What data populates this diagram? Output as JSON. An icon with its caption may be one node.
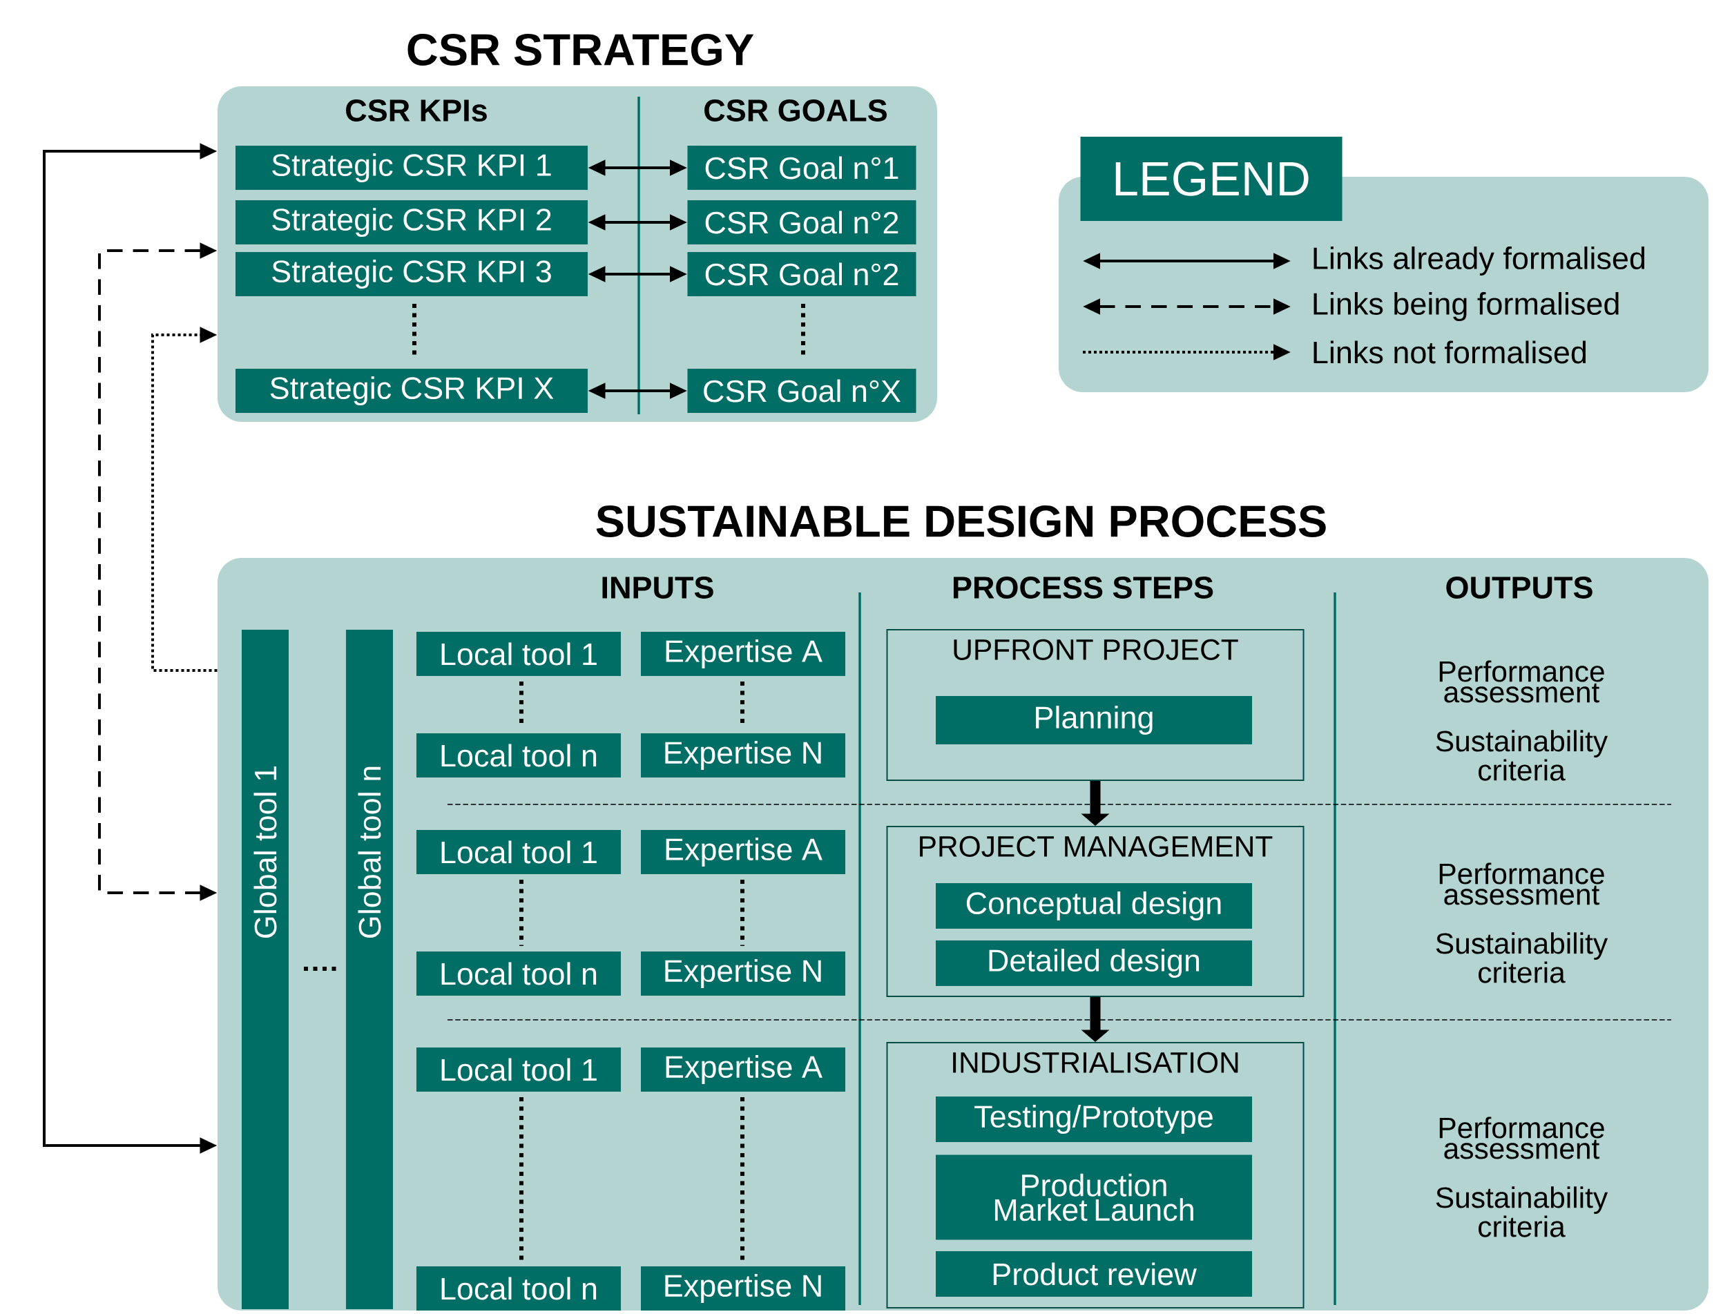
{
  "diagram": {
    "nodes": [
      {
        "text": [
          "CSR STRATEGY",
          "CSR KPIs",
          "CSR GOALS"
        ]
      },
      {
        "text": [
          "Strategic CSR KPI 1"
        ],
        "in": 0
      },
      {
        "text": [
          "CSR Goal n°1"
        ],
        "in": 0
      },
      {
        "text": [
          "Strategic CSR KPI 2"
        ],
        "in": 0
      },
      {
        "text": [
          "CSR Goal n°2"
        ],
        "in": 0
      },
      {
        "text": [
          "Strategic CSR KPI 3"
        ],
        "in": 0
      },
      {
        "text": [
          "CSR Goal n°2"
        ],
        "in": 0
      },
      {
        "text": [
          "Strategic CSR KPI X"
        ],
        "in": 0
      },
      {
        "text": [
          "CSR Goal n°X"
        ],
        "in": 0
      },
      {
        "text": [
          "SUSTAINABLE DESIGN PROCESS",
          "INPUTS",
          "PROCESS STEPS",
          "OUTPUTS"
        ]
      },
      {
        "text": [
          "Global tool 1"
        ],
        "in": 9
      },
      {
        "text": [
          "Global tool n"
        ],
        "in": 9
      },
      {
        "text": [
          "Local tool 1"
        ],
        "in": 9
      },
      {
        "text": [
          "Expertise A"
        ],
        "in": 9
      },
      {
        "text": [
          "Local tool n"
        ],
        "in": 9
      },
      {
        "text": [
          "Expertise N"
        ],
        "in": 9
      },
      {
        "text": [
          "UPFRONT PROJECT"
        ],
        "in": 9
      },
      {
        "text": [
          "Planning"
        ],
        "in": 16
      },
      {
        "text": [
          "Local tool 1"
        ],
        "in": 9
      },
      {
        "text": [
          "Expertise A"
        ],
        "in": 9
      },
      {
        "text": [
          "Local tool n"
        ],
        "in": 9
      },
      {
        "text": [
          "Expertise N"
        ],
        "in": 9
      },
      {
        "text": [
          "PROJECT MANAGEMENT"
        ],
        "in": 9
      },
      {
        "text": [
          "Conceptual design"
        ],
        "in": 22
      },
      {
        "text": [
          "Detailed design"
        ],
        "in": 22
      },
      {
        "text": [
          "Local tool 1"
        ],
        "in": 9
      },
      {
        "text": [
          "Expertise A"
        ],
        "in": 9
      },
      {
        "text": [
          "Local tool n"
        ],
        "in": 9
      },
      {
        "text": [
          "Expertise N"
        ],
        "in": 9
      },
      {
        "text": [
          "INDUSTRIALISATION"
        ],
        "in": 9
      },
      {
        "text": [
          "Testing/Prototype"
        ],
        "in": 29
      },
      {
        "text": [
          "Production Market Launch"
        ],
        "in": 29
      },
      {
        "text": [
          "Product review"
        ],
        "in": 29
      }
    ],
    "edges": [
      {
        "from": 1,
        "to": 2,
        "arrow": "both"
      },
      {
        "from": 3,
        "to": 4,
        "arrow": "both"
      },
      {
        "from": 5,
        "to": 6,
        "arrow": "both"
      },
      {
        "from": 7,
        "to": 8,
        "arrow": "both"
      },
      {
        "from": 16,
        "to": 22,
        "arrow": "to",
        "style": "thick"
      },
      {
        "from": 22,
        "to": 29,
        "arrow": "to",
        "style": "thick"
      },
      {
        "from": 9,
        "to": 0,
        "arrow": "both"
      },
      {
        "from": 9,
        "to": 0,
        "arrow": "both",
        "style": "dashed"
      },
      {
        "from": 9,
        "to": 0,
        "arrow": "to",
        "style": "dashed"
      }
    ],
    "labels": [
      "LEGEND",
      "Performance assessment",
      "Sustainability criteria",
      "Performance assessment",
      "Sustainability criteria",
      "Performance assessment",
      "Sustainability criteria"
    ],
    "legend": [
      {
        "text": "Links already formalised"
      },
      {
        "text": "Links being formalised"
      },
      {
        "text": "Links not formalised"
      }
    ]
  }
}
